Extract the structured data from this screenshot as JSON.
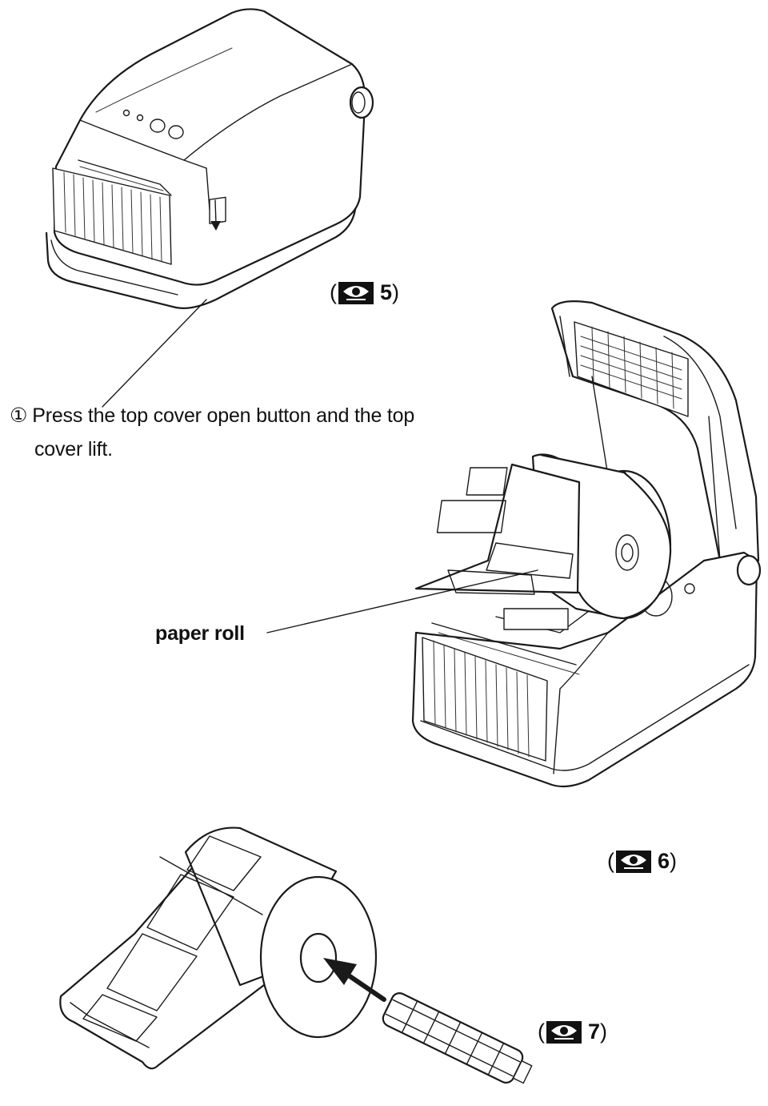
{
  "instructions": {
    "step_number": "①",
    "step_line1": "Press the top cover open button and the top",
    "step_line2": "cover lift."
  },
  "labels": {
    "paper_roll": "paper roll"
  },
  "figures": [
    {
      "open": "(",
      "number": "5",
      "close": ")",
      "icon": "eye-icon"
    },
    {
      "open": "(",
      "number": "6",
      "close": ")",
      "icon": "eye-icon"
    },
    {
      "open": "(",
      "number": "7",
      "close": ")",
      "icon": "eye-icon"
    }
  ]
}
